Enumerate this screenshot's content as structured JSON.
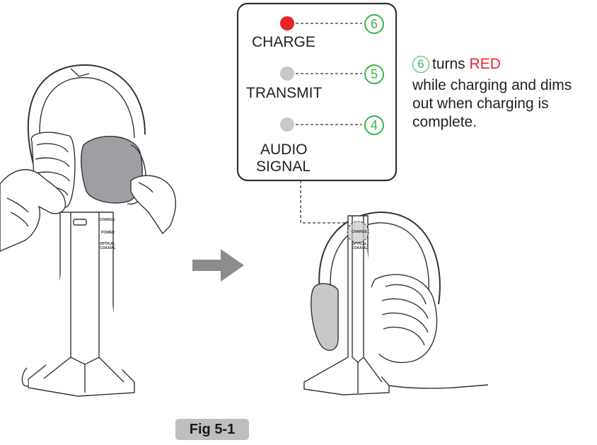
{
  "legend_box": {
    "leds": [
      {
        "number": "6",
        "label": "CHARGE",
        "color": "#e8232a"
      },
      {
        "number": "5",
        "label": "TRANSMIT",
        "color": "#c8c8c8"
      },
      {
        "number": "4",
        "label_line1": "AUDIO",
        "label_line2": "SIGNAL",
        "color": "#c8c8c8"
      }
    ]
  },
  "callout": {
    "number": "6",
    "turns": "turns",
    "red_word": "RED",
    "line2": "while charging and dims",
    "line3": "out when charging is",
    "line4": "complete."
  },
  "stand_labels": {
    "left": {
      "charge": "CHARGE",
      "power": "POWER",
      "optical": "OPTICAL",
      "coaxial": "COAXIAL"
    },
    "right": {
      "charge": "CHARGE",
      "optical": "OPTICAL",
      "coaxial": "COAXIAL"
    }
  },
  "figure_label": "Fig 5-1",
  "colors": {
    "accent_green": "#39b54a",
    "led_red": "#e8232a",
    "led_off": "#c8c8c8",
    "arrow_gray": "#8a8c8e"
  }
}
